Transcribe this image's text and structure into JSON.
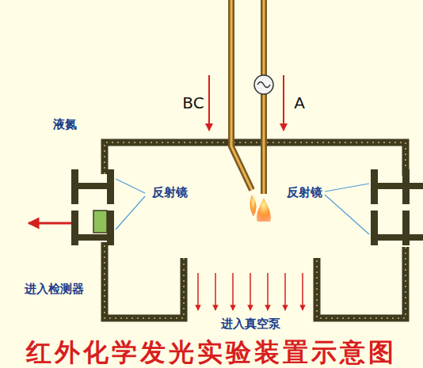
{
  "diagram": {
    "caption": "红外化学发光实验装置示意图",
    "labels": [
      "BC",
      "A",
      "液氮",
      "反射镜",
      "反射镜",
      "进入检测器",
      "进入真空泵"
    ]
  }
}
